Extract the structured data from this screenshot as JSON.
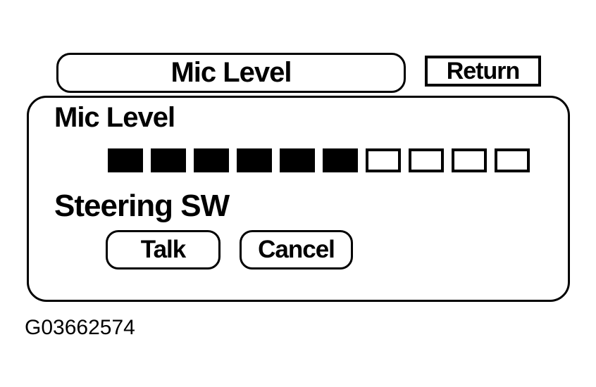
{
  "header": {
    "title": "Mic Level",
    "return_label": "Return"
  },
  "panel": {
    "mic_level_label": "Mic Level",
    "level_meter": {
      "total_segments": 10,
      "filled_segments": 6
    },
    "steering_sw_label": "Steering SW",
    "talk_label": "Talk",
    "cancel_label": "Cancel"
  },
  "figure_id": "G03662574",
  "colors": {
    "ink": "#000000",
    "background": "#ffffff"
  }
}
